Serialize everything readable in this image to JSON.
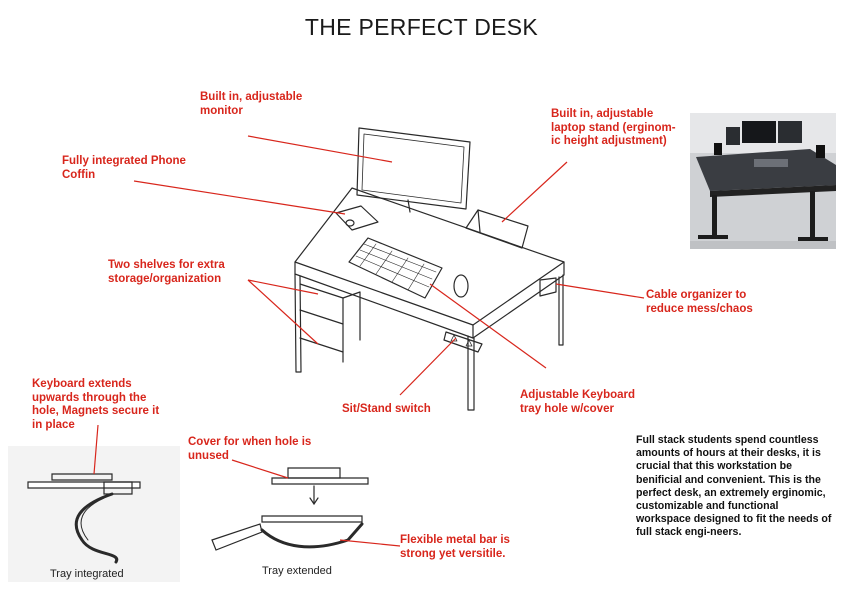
{
  "title": "THE PERFECT DESK",
  "labels": {
    "monitor": "Built in, adjustable\nmonitor",
    "phone": "Fully integrated Phone\nCoffin",
    "shelves": "Two shelves for extra\nstorage/organization",
    "laptop": "Built in, adjustable\nlaptop stand (erginom-\nic height adjustment)",
    "cable": "Cable organizer to\nreduce mess/chaos",
    "switch": "Sit/Stand switch",
    "keyboard_tray": "Adjustable Keyboard\ntray hole w/cover",
    "keyboard_extends": "Keyboard extends\nupwards through the\nhole, Magnets secure it\nin place",
    "cover": "Cover for when hole is\nunused",
    "metal_bar": "Flexible metal bar is\nstrong yet versitile."
  },
  "captions": {
    "tray_integrated": "Tray integrated",
    "tray_extended": "Tray extended"
  },
  "description": "Full stack students spend countless amounts of hours at their desks, it is crucial that this workstation be benificial and convenient. This is the perfect desk, an extremely erginomic, customizable and functional workspace designed to fit the needs of full stack engi-neers.",
  "colors": {
    "annotation": "#d8261c",
    "sketch": "#222222"
  }
}
